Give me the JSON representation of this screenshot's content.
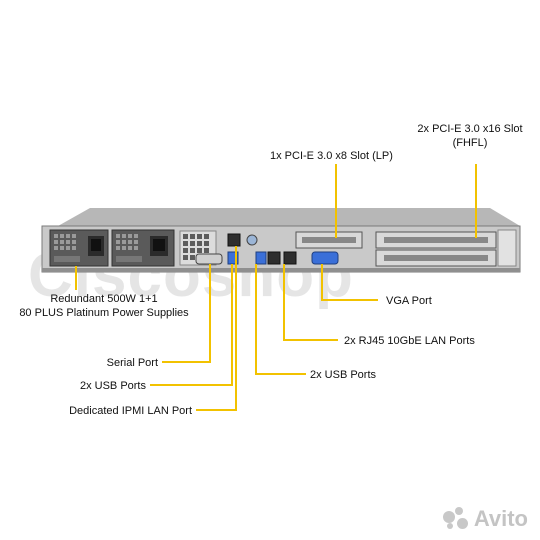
{
  "colors": {
    "leader_line": "#f2c200",
    "chassis_dark": "#4a4a4a",
    "chassis_mid": "#8c8c8c",
    "chassis_light": "#c8c8c8",
    "port_blue": "#3a6fd8"
  },
  "labels": {
    "pcie_x16": "2x PCI-E 3.0 x16 Slot\n(FHFL)",
    "pcie_x8": "1x PCI-E 3.0 x8 Slot (LP)",
    "psu": "Redundant 500W 1+1\n80 PLUS Platinum Power Supplies",
    "vga": "VGA Port",
    "lan_10gbe": "2x RJ45 10GbE LAN Ports",
    "serial": "Serial Port",
    "usb_left": "2x USB Ports",
    "usb_right": "2x USB Ports",
    "ipmi": "Dedicated IPMI LAN Port"
  },
  "watermarks": {
    "main": "Ciscoshop",
    "avito": "Avito"
  }
}
